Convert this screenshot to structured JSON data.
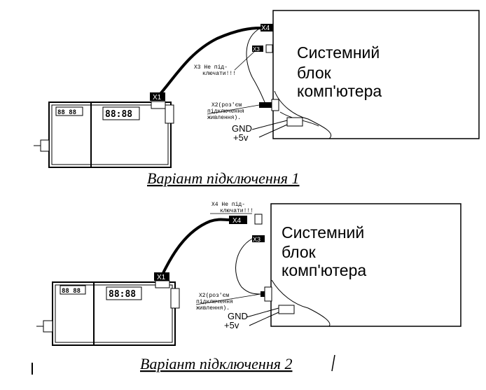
{
  "variant1": {
    "caption": "Варіант підключення 1",
    "computer": {
      "line1": "Системний",
      "line2": "блок",
      "line3": "комп'ютера"
    },
    "x1": "X1",
    "x3": "X3",
    "x4": "X4",
    "x3_note": [
      "X3 Не під-",
      "ключати!!!"
    ],
    "x2_note": [
      "X2(роз'єм",
      "підключення",
      "живлення)."
    ],
    "gnd": "GND",
    "plus5v": "+5v",
    "lcd_left": "88 88",
    "lcd_right": "88:88"
  },
  "variant2": {
    "caption": "Варіант підключення 2",
    "computer": {
      "line1": "Системний",
      "line2": "блок",
      "line3": "комп'ютера"
    },
    "x1": "X1",
    "x3": "X3",
    "x4": "X4",
    "x4_note": [
      "X4 Не під-",
      "ключати!!!"
    ],
    "x2_note": [
      "X2(роз'єм",
      "підключення",
      "живлення)."
    ],
    "gnd": "GND",
    "plus5v": "+5v",
    "lcd_left": "88 88",
    "lcd_right": "88:88"
  }
}
